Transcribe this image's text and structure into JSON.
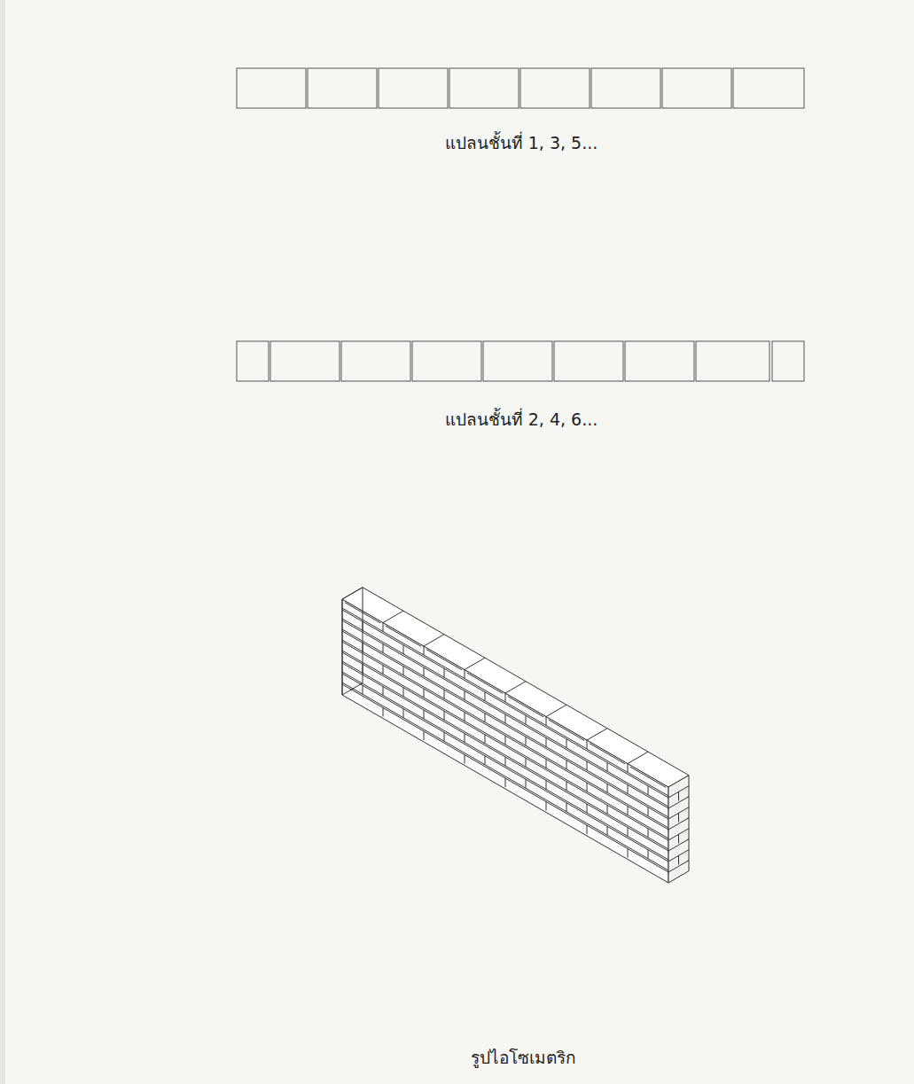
{
  "diagram": {
    "labels": [
      "แปลนชั้นที่ 1, 3, 5...",
      "แปลนชั้นที่ 2, 4, 6...",
      "รูปไอโซเมตริก"
    ]
  }
}
